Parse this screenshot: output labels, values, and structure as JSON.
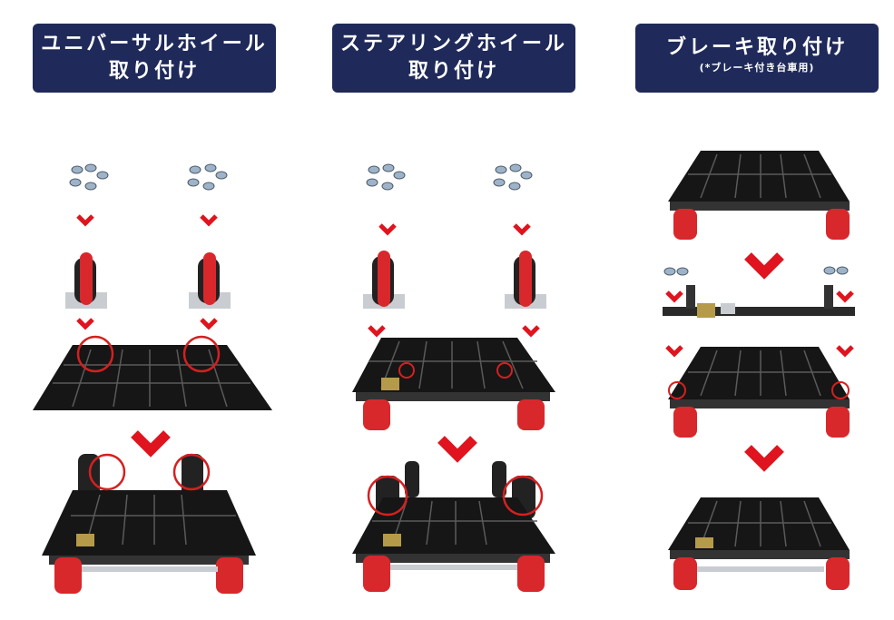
{
  "columns": [
    {
      "title_line1": "ユニバーサルホイール",
      "title_line2": "取り付け"
    },
    {
      "title_line1": "ステアリングホイール",
      "title_line2": "取り付け"
    },
    {
      "title_line1": "ブレーキ取り付け",
      "subtitle": "(*ブレーキ付き台車用)"
    }
  ],
  "colors": {
    "banner": "#1f2a5a",
    "arrow": "#e0141e",
    "wheel": "#d8282c",
    "frame": "#161616",
    "highlight_circle": "#d42020",
    "bolt": "#9fb3c8",
    "steel": "#c9ccd0"
  },
  "icons": [
    "bolt-icon",
    "down-chevron-icon",
    "caster-wheel-icon",
    "cart-platform-icon",
    "highlight-circle-icon"
  ]
}
